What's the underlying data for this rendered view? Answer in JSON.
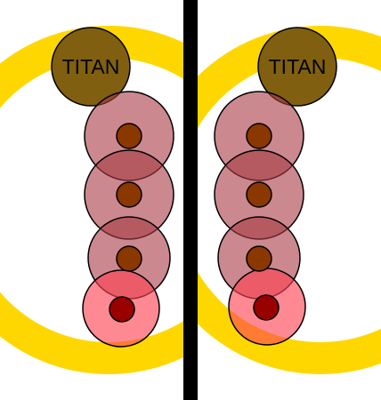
{
  "titan_label": "TITAN",
  "colors": {
    "background": "#ffffff",
    "ring": "#ffd700",
    "divider": "#000000",
    "titan": "#806010",
    "halo": "#a83a45",
    "halo_last": "#ff4050",
    "core": "#8a3700",
    "core_last": "#990000",
    "outline": "#000000"
  },
  "panels": [
    {
      "name": "left-panel",
      "moon_count": 4
    },
    {
      "name": "right-panel",
      "moon_count": 4
    }
  ]
}
